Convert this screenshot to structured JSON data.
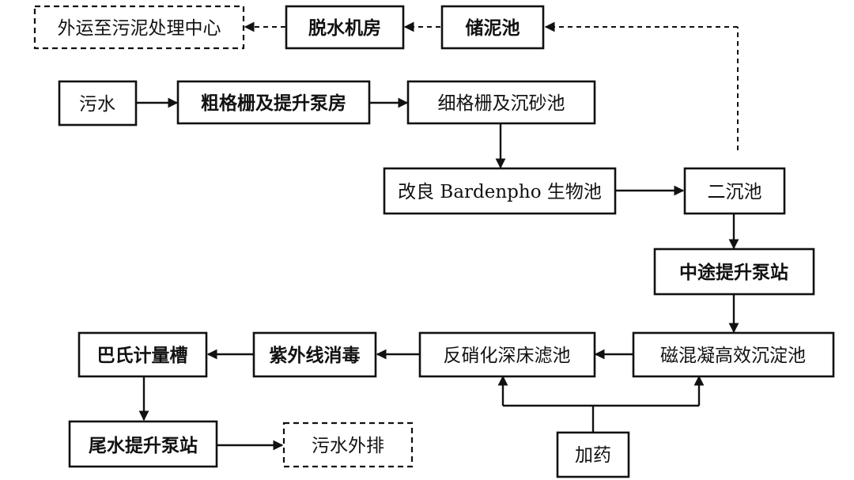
{
  "nodes": {
    "outsource": "外运至污泥处理中心",
    "dewater": "脱水机房",
    "sludge_tank": "储泥池",
    "sewage": "污水",
    "coarse_screen": "粗格栅及提升泵房",
    "fine_screen": "细格栅及沉砂池",
    "bardenpho": "改良 Bardenpho 生物池",
    "secondary_clarifier": "二沉池",
    "mid_pump": "中途提升泵站",
    "magnetic": "磁混凝高效沉淀池",
    "denitrify_filter": "反硝化深床滤池",
    "uv": "紫外线消毒",
    "parshall": "巴氏计量槽",
    "tail_pump": "尾水提升泵站",
    "discharge": "污水外排",
    "dosing": "加药"
  }
}
